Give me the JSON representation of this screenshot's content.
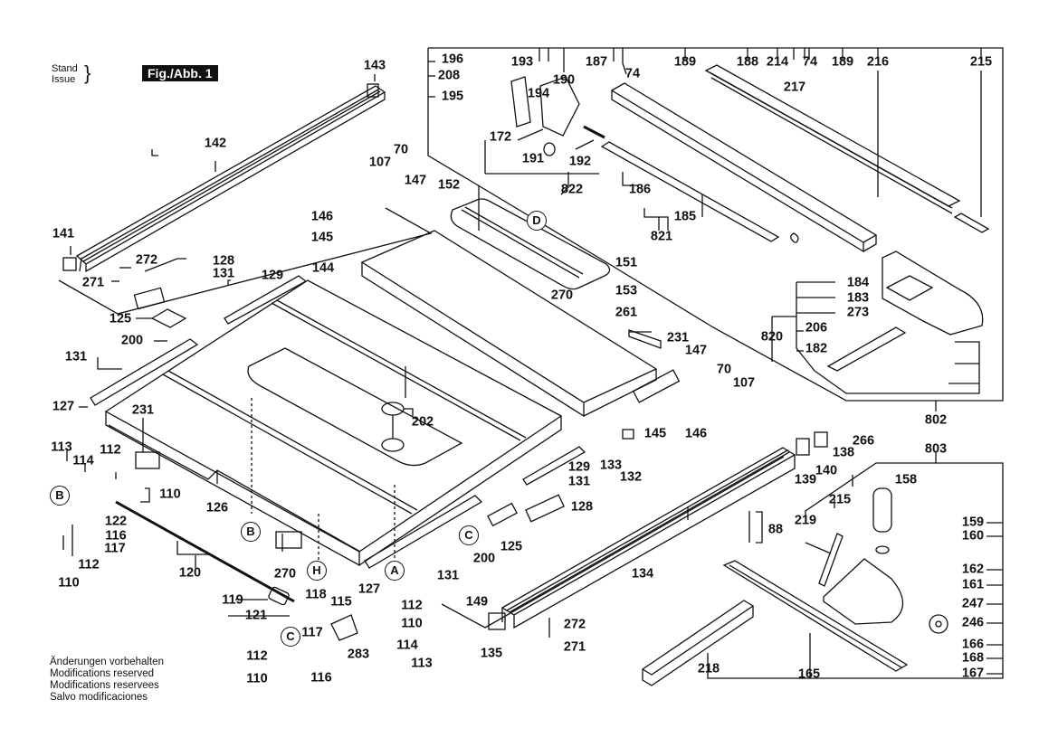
{
  "header": {
    "stand_issue": [
      "Stand",
      "Issue"
    ],
    "figure_label": "Fig./Abb. 1"
  },
  "footer": {
    "notes": [
      "Änderungen vorbehalten",
      "Modifications reserved",
      "Modifications reservees",
      "Salvo modificaciones"
    ]
  },
  "parts": {
    "p143": "143",
    "p142": "142",
    "p141": "141",
    "p272a": "272",
    "p271a": "271",
    "p128a": "128",
    "p131a": "131",
    "p129a": "129",
    "p125a": "125",
    "p200a": "200",
    "p131b": "131",
    "p127a": "127",
    "p231a": "231",
    "p107a": "107",
    "p70a": "70",
    "p147a": "147",
    "p152": "152",
    "p146a": "146",
    "p145a": "145",
    "p144": "144",
    "p151": "151",
    "p270a": "270",
    "p153": "153",
    "p261": "261",
    "p196": "196",
    "p208": "208",
    "p195": "195",
    "p193": "193",
    "p194": "194",
    "p190": "190",
    "p172": "172",
    "p191": "191",
    "p192": "192",
    "p822": "822",
    "p187": "187",
    "p74a": "74",
    "p189a": "189",
    "p188": "188",
    "p214": "214",
    "p74b": "74",
    "p189b": "189",
    "p217": "217",
    "p216": "216",
    "p215a": "215",
    "p186": "186",
    "p185": "185",
    "p821": "821",
    "p184": "184",
    "p183": "183",
    "p273": "273",
    "p820": "820",
    "p206": "206",
    "p182": "182",
    "p802": "802",
    "p231b": "231",
    "p147b": "147",
    "p70b": "70",
    "p107b": "107",
    "p202": "202",
    "p145b": "145",
    "p146b": "146",
    "p133": "133",
    "p132": "132",
    "p129b": "129",
    "p131c": "131",
    "p128b": "128",
    "p125b": "125",
    "p200b": "200",
    "p131d": "131",
    "p127b": "127",
    "p270b": "270",
    "p113a": "113",
    "p114a": "114",
    "p112a": "112",
    "p110a": "110",
    "p126": "126",
    "p122": "122",
    "p116a": "116",
    "p117a": "117",
    "p112b": "112",
    "p110b": "110",
    "p120": "120",
    "p119": "119",
    "p121": "121",
    "p118": "118",
    "p115": "115",
    "p112c": "112",
    "p110c": "110",
    "p117b": "117",
    "p283": "283",
    "p114b": "114",
    "p113b": "113",
    "p112d": "112",
    "p116b": "116",
    "p110d": "110",
    "p134": "134",
    "p149": "149",
    "p135": "135",
    "p272b": "272",
    "p271b": "271",
    "p266": "266",
    "p138": "138",
    "p140": "140",
    "p139": "139",
    "p88": "88",
    "p803": "803",
    "p158": "158",
    "p215b": "215",
    "p219": "219",
    "p159": "159",
    "p160": "160",
    "p162": "162",
    "p161": "161",
    "p247": "247",
    "p246": "246",
    "p166": "166",
    "p168": "168",
    "p167": "167",
    "p218": "218",
    "p165": "165"
  },
  "callouts": {
    "A": "A",
    "B1": "B",
    "B2": "B",
    "C1": "C",
    "C2": "C",
    "D": "D",
    "H": "H"
  }
}
